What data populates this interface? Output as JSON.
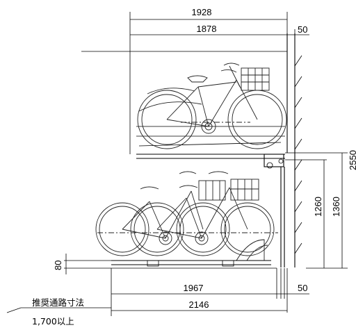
{
  "dimensions": {
    "top_overall_width": "1928",
    "top_inner_width": "1878",
    "top_wall_gap": "50",
    "bottom_inner_width": "1967",
    "bottom_overall_width": "2146",
    "bottom_wall_gap": "50",
    "total_height": "2550",
    "upper_tray_height": "1360",
    "lower_to_upper": "1260",
    "base_height": "80"
  },
  "notes": {
    "aisle_label": "推奨通路寸法",
    "aisle_value": "1,700以上"
  }
}
